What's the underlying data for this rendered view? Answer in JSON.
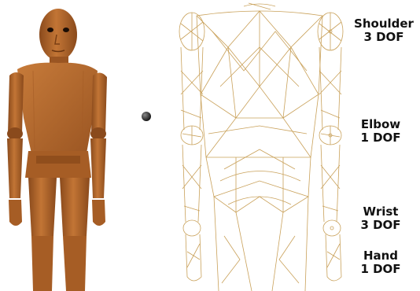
{
  "joints": [
    {
      "name": "Shoulder",
      "dof": "3 DOF"
    },
    {
      "name": "Elbow",
      "dof": "1 DOF"
    },
    {
      "name": "Wrist",
      "dof": "3 DOF"
    },
    {
      "name": "Hand",
      "dof": "1 DOF"
    }
  ],
  "colors": {
    "skin": "#b8692b",
    "skin_dark": "#7a3f14",
    "skin_light": "#d08745",
    "wire": "#c9a15a",
    "label": "#111111"
  },
  "icons": [
    "shaded-mannequin-figure",
    "wireframe-mesh-figure",
    "dot-marker"
  ]
}
